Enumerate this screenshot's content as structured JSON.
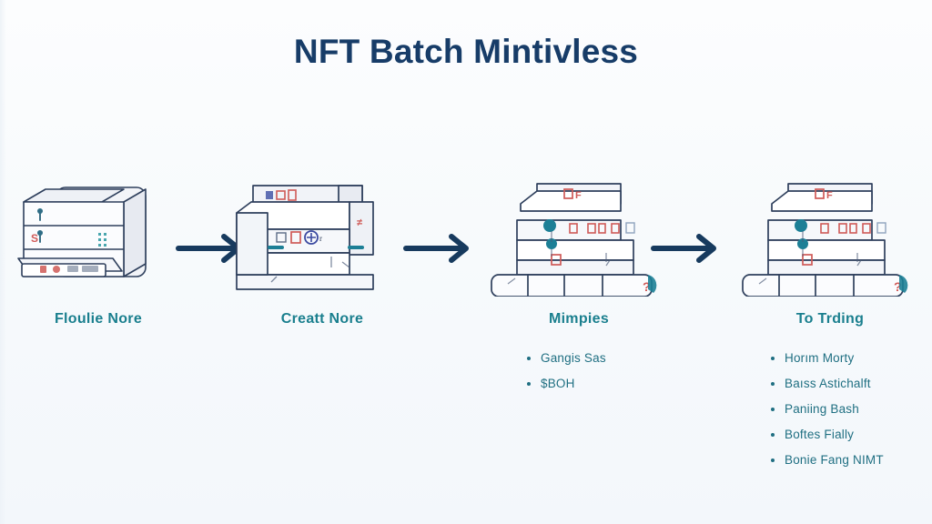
{
  "page": {
    "title": "NFT Batch Mintivless",
    "background_color": "#f5f9fc",
    "title_color": "#173c68",
    "label_color": "#1a7f8e",
    "bullet_color": "#1f6f82",
    "arrow_color": "#173a5e"
  },
  "steps": [
    {
      "label": "Floulie Nore",
      "illustration": "cabinet-box-illustration",
      "bullets": []
    },
    {
      "label": "Creatt Nore",
      "illustration": "stacked-layers-illustration",
      "bullets": []
    },
    {
      "label": "Mimpies",
      "illustration": "tiered-blocks-illustration",
      "bullets": [
        "Gangis Sas",
        "$BOH"
      ]
    },
    {
      "label": "To Trding",
      "illustration": "tiered-blocks-illustration",
      "bullets": [
        "Horım Morty",
        "Baıss Astichalft",
        "Paniing Bash",
        "Boftes Fially",
        "Bonie Fang NIMT"
      ]
    }
  ],
  "arrows": [
    {
      "name": "arrow-step1-to-step2"
    },
    {
      "name": "arrow-step2-to-step3"
    },
    {
      "name": "arrow-step3-to-step4"
    }
  ]
}
